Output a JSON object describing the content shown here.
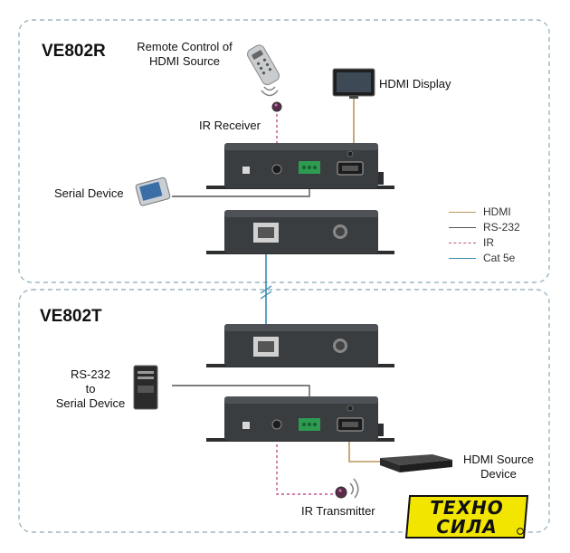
{
  "sections": {
    "receiver_title": "VE802R",
    "transmitter_title": "VE802T"
  },
  "labels": {
    "remote_control": "Remote Control of\nHDMI Source",
    "ir_receiver": "IR Receiver",
    "hdmi_display": "HDMI Display",
    "serial_device": "Serial Device",
    "rs232_serial_device": "RS-232\nto\nSerial Device",
    "hdmi_source_device": "HDMI Source\nDevice",
    "ir_transmitter": "IR Transmitter"
  },
  "legend": [
    {
      "label": "HDMI",
      "color": "#b8965a",
      "style": "solid"
    },
    {
      "label": "RS-232",
      "color": "#555555",
      "style": "solid"
    },
    {
      "label": "IR",
      "color": "#c0508a",
      "style": "dashed"
    },
    {
      "label": "Cat 5e",
      "color": "#3a8ab0",
      "style": "solid"
    }
  ],
  "logo": {
    "line1": "ТЕХНО",
    "line2": "СИЛА",
    "bg": "#f2e600"
  },
  "colors": {
    "hdmi": "#b8965a",
    "rs232": "#555555",
    "ir": "#c0508a",
    "cat5e": "#3a8ab0",
    "box_border": "#9ab7c4",
    "device_body": "#3a3d40"
  }
}
